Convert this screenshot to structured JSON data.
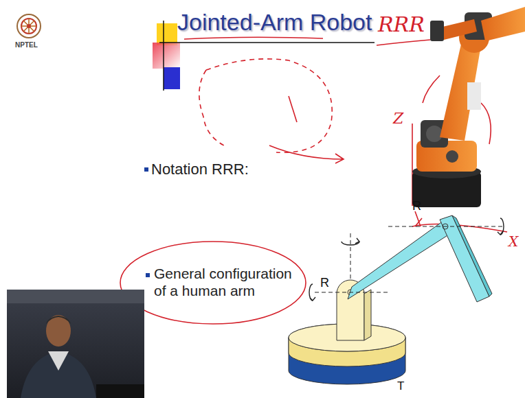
{
  "diagram": {
    "title": "Jointed-Arm Robot",
    "labels": [
      "NPTEL",
      "RRR",
      "Notation RRR:",
      "General configuration of a human arm",
      "R",
      "R",
      "T",
      "Z",
      "X"
    ]
  }
}
